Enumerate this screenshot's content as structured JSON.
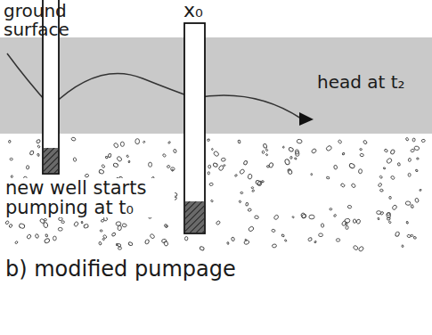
{
  "diagram": {
    "caption": "b) modified pumpage",
    "labels": [
      "ground surface",
      "x₀",
      "head at t₂",
      "new well starts pumping at t₀"
    ]
  }
}
